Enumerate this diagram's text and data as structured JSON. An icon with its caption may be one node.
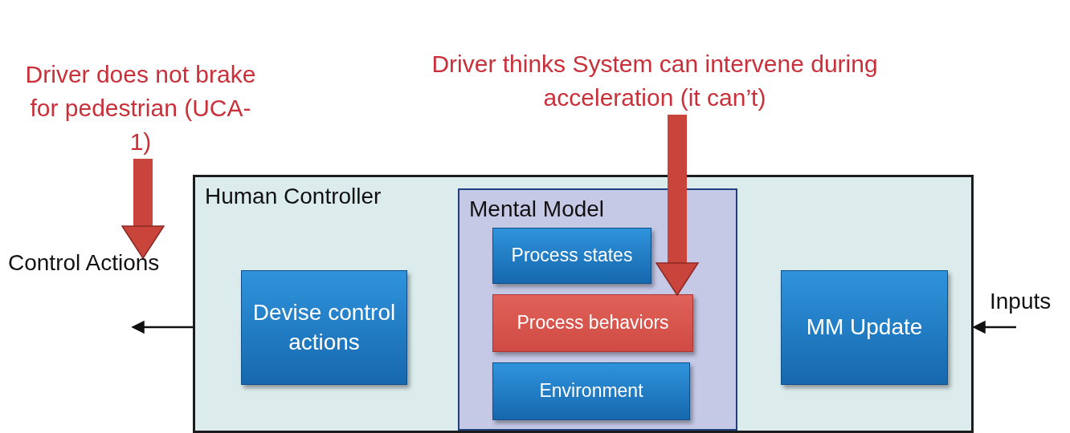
{
  "diagram": {
    "nodes": [
      {
        "text": [
          "Driver does not brake for pedestrian (UCA-1)"
        ]
      },
      {
        "text": [
          "Driver thinks System can intervene during acceleration (it can’t)"
        ]
      },
      {
        "text": [
          "Human Controller"
        ]
      },
      {
        "text": [
          "Devise control actions"
        ],
        "in": 2
      },
      {
        "text": [
          "Mental Model"
        ],
        "in": 2
      },
      {
        "text": [
          "Process states"
        ],
        "in": 4
      },
      {
        "text": [
          "Process behaviors"
        ],
        "in": 4
      },
      {
        "text": [
          "Environment"
        ],
        "in": 4
      },
      {
        "text": [
          "MM Update"
        ],
        "in": 2
      }
    ],
    "edges": [
      {
        "from": 2,
        "to": null,
        "arrow": "to",
        "label": "Control Actions"
      },
      {
        "from": null,
        "to": 2,
        "arrow": "to",
        "label": "Inputs"
      },
      {
        "from": 0,
        "to": null,
        "arrow": "to",
        "style": "thick",
        "color": "#c9443a"
      },
      {
        "from": 1,
        "to": 6,
        "arrow": "to",
        "style": "thick",
        "color": "#c9443a"
      }
    ]
  }
}
